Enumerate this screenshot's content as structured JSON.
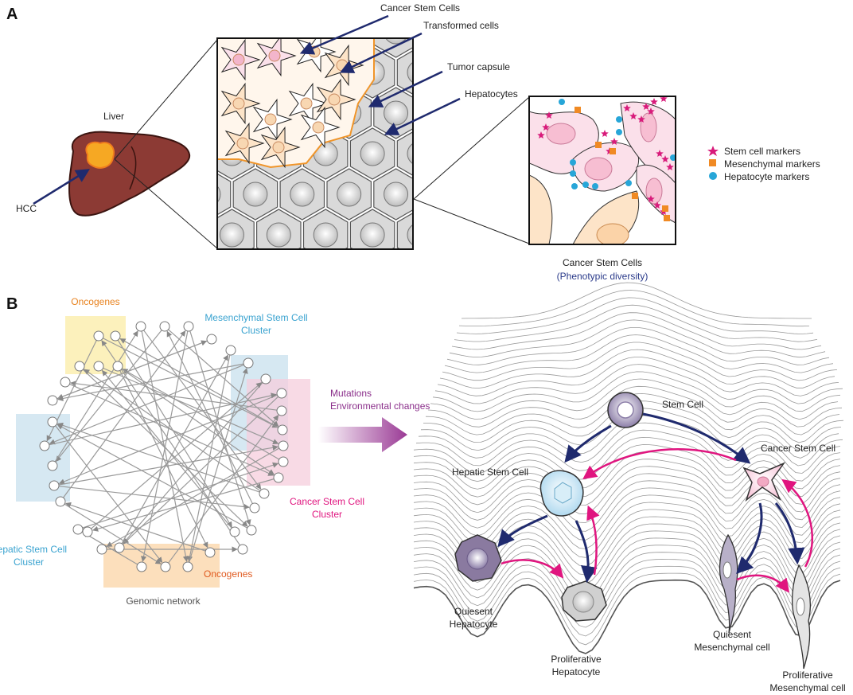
{
  "panel_a": {
    "letter": "A",
    "liver": "Liver",
    "hcc": "HCC",
    "cancer_stem_cells": "Cancer Stem Cells",
    "transformed_cells": "Transformed cells",
    "tumor_capsule": "Tumor capsule",
    "hepatocytes": "Hepatocytes",
    "legend": {
      "stem": "Stem cell markers",
      "mesenchymal": "Mesenchymal markers",
      "hepatocyte": "Hepatocyte markers"
    },
    "caption_title": "Cancer Stem Cells",
    "caption_sub": "(Phenotypic diversity)"
  },
  "panel_b": {
    "letter": "B",
    "oncogenes_top": "Oncogenes",
    "mesenchymal_cluster_1": "Mesenchymal Stem Cell",
    "mesenchymal_cluster_2": "Cluster",
    "cancer_cluster_1": "Cancer Stem Cell",
    "cancer_cluster_2": "Cluster",
    "hepatic_cluster_1": "Hepatic Stem Cell",
    "hepatic_cluster_2": "Cluster",
    "oncogenes_bottom": "Oncogenes",
    "genomic_network": "Genomic network",
    "mutations": "Mutations",
    "environmental": "Environmental changes",
    "stem_cell": "Stem Cell",
    "hepatic_stem_cell": "Hepatic Stem Cell",
    "cancer_stem_cell": "Cancer Stem Cell",
    "quiesent_hep_1": "Quiesent",
    "quiesent_hep_2": "Hepatocyte",
    "prolif_hep_1": "Proliferative",
    "prolif_hep_2": "Hepatocyte",
    "quiesent_mes_1": "Quiesent",
    "quiesent_mes_2": "Mesenchymal cell",
    "prolif_mes_1": "Proliferative",
    "prolif_mes_2": "Mesenchymal cell"
  },
  "colors": {
    "arrow_navy": "#1f2a6e",
    "arrow_magenta": "#e0157f",
    "orange_text": "#e8821e",
    "blue_text": "#3aa3d0",
    "pink_text": "#e0157f",
    "purple_text": "#8a2e8a"
  }
}
